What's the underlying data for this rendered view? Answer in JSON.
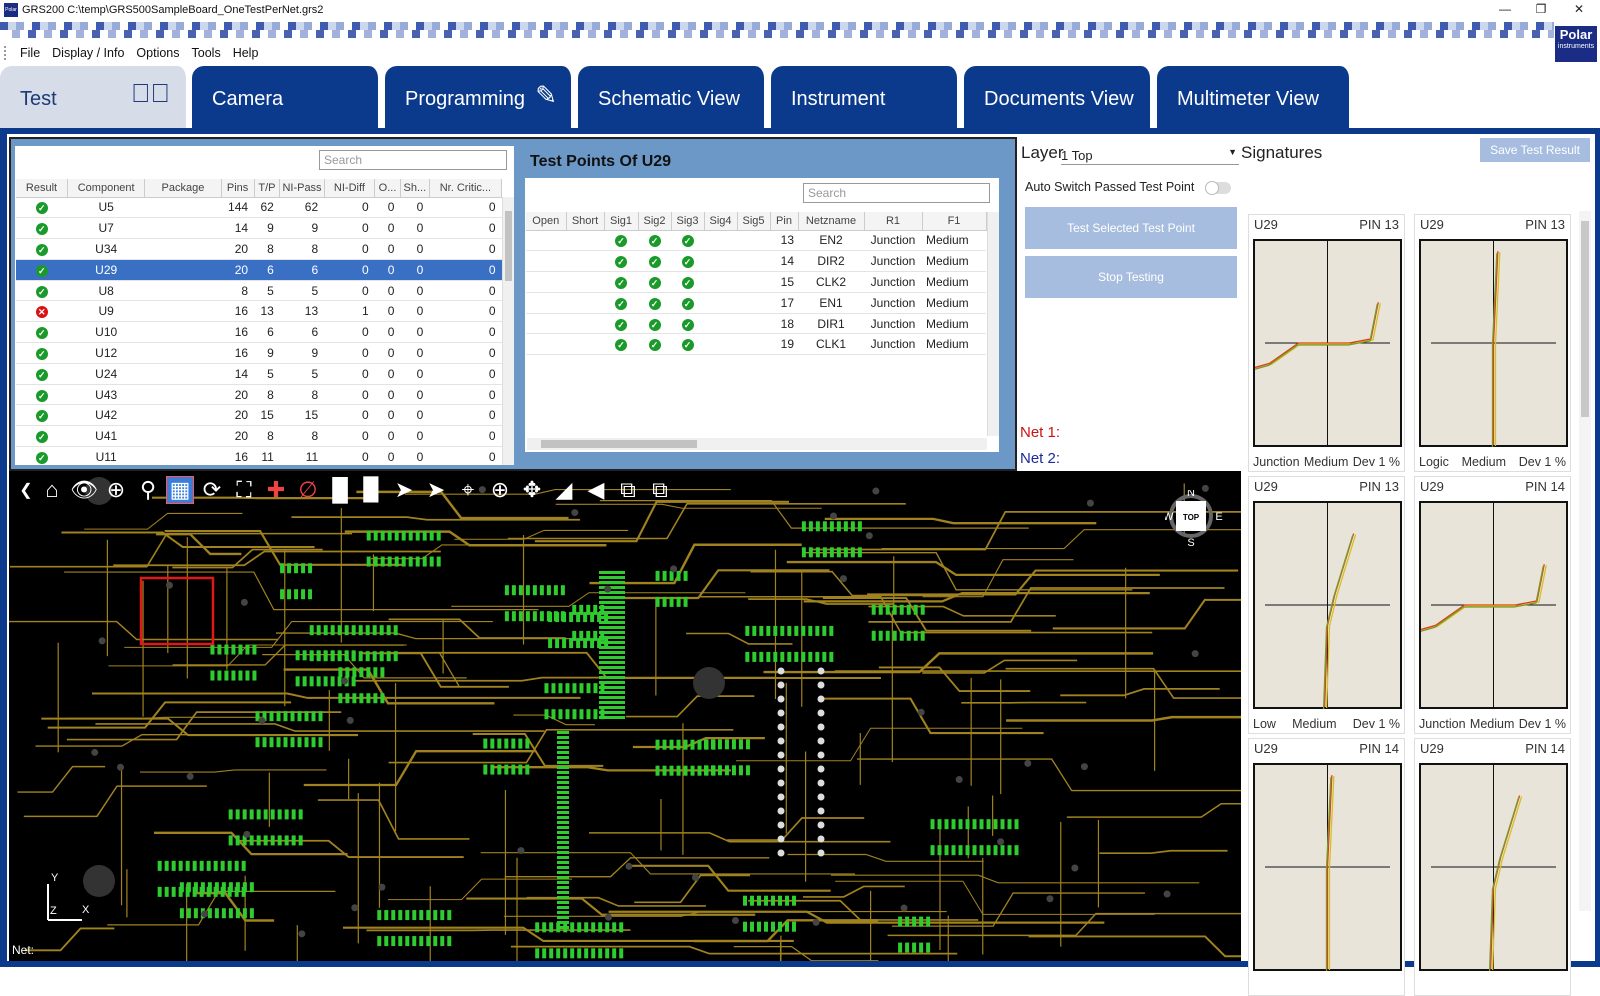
{
  "window": {
    "title": "GRS200 C:\\temp\\GRS500SampleBoard_OneTestPerNet.grs2",
    "app_icon_text": "Polar"
  },
  "logo": {
    "name": "Polar",
    "sub": "instruments"
  },
  "menu": [
    "File",
    "Display / Info",
    "Options",
    "Tools",
    "Help"
  ],
  "tabs": [
    {
      "label": "Test",
      "icon": "check-circle-icon",
      "active": true
    },
    {
      "label": "Camera"
    },
    {
      "label": "Programming",
      "icon": "pencil-icon"
    },
    {
      "label": "Schematic View"
    },
    {
      "label": "Instrument"
    },
    {
      "label": "Documents View"
    },
    {
      "label": "Multimeter View"
    }
  ],
  "components": {
    "search_placeholder": "Search",
    "columns": [
      "Result",
      "Component",
      "Package",
      "Pins",
      "T/P",
      "NI-Pass",
      "NI-Diff",
      "O...",
      "Sh...",
      "Nr. Critic..."
    ],
    "selected_index": 3,
    "rows": [
      {
        "result": "pass",
        "component": "U5",
        "package": "",
        "pins": "144",
        "tp": "62",
        "ni_pass": "62",
        "ni_diff": "0",
        "o": "0",
        "sh": "0",
        "nr": "0"
      },
      {
        "result": "pass",
        "component": "U7",
        "package": "",
        "pins": "14",
        "tp": "9",
        "ni_pass": "9",
        "ni_diff": "0",
        "o": "0",
        "sh": "0",
        "nr": "0"
      },
      {
        "result": "pass",
        "component": "U34",
        "package": "",
        "pins": "20",
        "tp": "8",
        "ni_pass": "8",
        "ni_diff": "0",
        "o": "0",
        "sh": "0",
        "nr": "0"
      },
      {
        "result": "pass",
        "component": "U29",
        "package": "",
        "pins": "20",
        "tp": "6",
        "ni_pass": "6",
        "ni_diff": "0",
        "o": "0",
        "sh": "0",
        "nr": "0"
      },
      {
        "result": "pass",
        "component": "U8",
        "package": "",
        "pins": "8",
        "tp": "5",
        "ni_pass": "5",
        "ni_diff": "0",
        "o": "0",
        "sh": "0",
        "nr": "0"
      },
      {
        "result": "fail",
        "component": "U9",
        "package": "",
        "pins": "16",
        "tp": "13",
        "ni_pass": "13",
        "ni_diff": "1",
        "o": "0",
        "sh": "0",
        "nr": "0"
      },
      {
        "result": "pass",
        "component": "U10",
        "package": "",
        "pins": "16",
        "tp": "6",
        "ni_pass": "6",
        "ni_diff": "0",
        "o": "0",
        "sh": "0",
        "nr": "0"
      },
      {
        "result": "pass",
        "component": "U12",
        "package": "",
        "pins": "16",
        "tp": "9",
        "ni_pass": "9",
        "ni_diff": "0",
        "o": "0",
        "sh": "0",
        "nr": "0"
      },
      {
        "result": "pass",
        "component": "U24",
        "package": "",
        "pins": "14",
        "tp": "5",
        "ni_pass": "5",
        "ni_diff": "0",
        "o": "0",
        "sh": "0",
        "nr": "0"
      },
      {
        "result": "pass",
        "component": "U43",
        "package": "",
        "pins": "20",
        "tp": "8",
        "ni_pass": "8",
        "ni_diff": "0",
        "o": "0",
        "sh": "0",
        "nr": "0"
      },
      {
        "result": "pass",
        "component": "U42",
        "package": "",
        "pins": "20",
        "tp": "15",
        "ni_pass": "15",
        "ni_diff": "0",
        "o": "0",
        "sh": "0",
        "nr": "0"
      },
      {
        "result": "pass",
        "component": "U41",
        "package": "",
        "pins": "20",
        "tp": "8",
        "ni_pass": "8",
        "ni_diff": "0",
        "o": "0",
        "sh": "0",
        "nr": "0"
      },
      {
        "result": "pass",
        "component": "U11",
        "package": "",
        "pins": "16",
        "tp": "11",
        "ni_pass": "11",
        "ni_diff": "0",
        "o": "0",
        "sh": "0",
        "nr": "0"
      }
    ]
  },
  "testpoints": {
    "title": "Test Points Of U29",
    "search_placeholder": "Search",
    "columns": [
      "Open",
      "Short",
      "Sig1",
      "Sig2",
      "Sig3",
      "Sig4",
      "Sig5",
      "Pin",
      "Netzname",
      "R1",
      "F1"
    ],
    "rows": [
      {
        "pin": "13",
        "net": "EN2",
        "r1": "Junction",
        "f1": "Medium"
      },
      {
        "pin": "14",
        "net": "DIR2",
        "r1": "Junction",
        "f1": "Medium"
      },
      {
        "pin": "15",
        "net": "CLK2",
        "r1": "Junction",
        "f1": "Medium"
      },
      {
        "pin": "17",
        "net": "EN1",
        "r1": "Junction",
        "f1": "Medium"
      },
      {
        "pin": "18",
        "net": "DIR1",
        "r1": "Junction",
        "f1": "Medium"
      },
      {
        "pin": "19",
        "net": "CLK1",
        "r1": "Junction",
        "f1": "Medium"
      }
    ]
  },
  "controls": {
    "layer_label": "Layer",
    "layer_value": "1 Top",
    "auto_switch_label": "Auto Switch Passed Test Point",
    "auto_switch_on": false,
    "test_selected_label": "Test Selected Test Point",
    "stop_testing_label": "Stop Testing",
    "net1_label": "Net 1:",
    "net2_label": "Net 2:",
    "net1_color": "#cc1111",
    "net2_color": "#1a2a9a"
  },
  "signatures": {
    "title": "Signatures",
    "save_label": "Save Test Result",
    "cards": [
      {
        "comp": "U29",
        "pin": "PIN 13",
        "a": "Junction",
        "b": "Medium",
        "dev": "Dev 1 %",
        "shape": "junction"
      },
      {
        "comp": "U29",
        "pin": "PIN 13",
        "a": "Logic",
        "b": "Medium",
        "dev": "Dev 1 %",
        "shape": "steep"
      },
      {
        "comp": "U29",
        "pin": "PIN 13",
        "a": "Low",
        "b": "Medium",
        "dev": "Dev 1 %",
        "shape": "steep2"
      },
      {
        "comp": "U29",
        "pin": "PIN 14",
        "a": "Junction",
        "b": "Medium",
        "dev": "Dev 1 %",
        "shape": "junction"
      },
      {
        "comp": "U29",
        "pin": "PIN 14",
        "a": "",
        "b": "",
        "dev": "",
        "shape": "steep"
      },
      {
        "comp": "U29",
        "pin": "PIN 14",
        "a": "",
        "b": "",
        "dev": "",
        "shape": "steep2"
      }
    ]
  },
  "pcb": {
    "compass": {
      "n": "N",
      "s": "S",
      "e": "E",
      "w": "W",
      "center": "TOP"
    },
    "axis": {
      "x": "X",
      "y": "Y",
      "z": "Z"
    },
    "net_label": "Net:",
    "trace_color": "#a0821e",
    "pad_color": "#2ecc2e",
    "highlight_color": "#e01818"
  }
}
